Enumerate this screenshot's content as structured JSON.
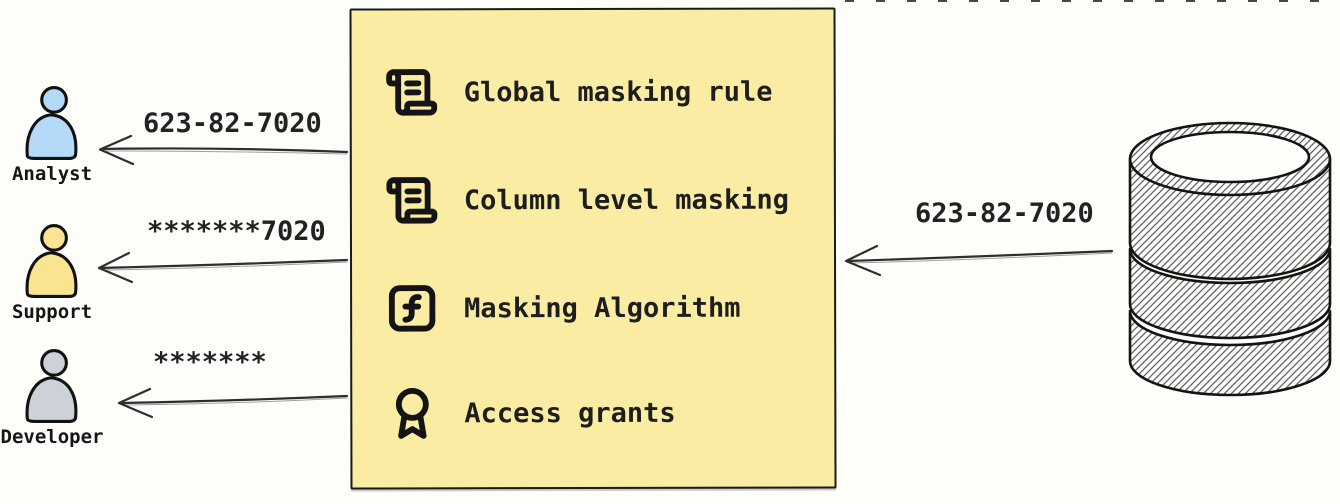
{
  "masking_box": {
    "fill_color": "#FAEDA3",
    "border_color": "#1A1A1A",
    "items": [
      {
        "icon": "scroll-text-icon",
        "label": "Global masking rule"
      },
      {
        "icon": "scroll-text-icon",
        "label": "Column level masking"
      },
      {
        "icon": "function-square-icon",
        "label": "Masking Algorithm"
      },
      {
        "icon": "award-icon",
        "label": "Access grants"
      }
    ]
  },
  "consumers": [
    {
      "name": "Analyst",
      "received_value": "623-82-7020",
      "fill_color": "#B5DAF8"
    },
    {
      "name": "Support",
      "received_value": "*******7020",
      "fill_color": "#FAE492"
    },
    {
      "name": "Developer",
      "received_value": "*******",
      "fill_color": "#CDD2D9"
    }
  ],
  "source": {
    "icon": "database-icon",
    "value_label": "623-82-7020"
  }
}
